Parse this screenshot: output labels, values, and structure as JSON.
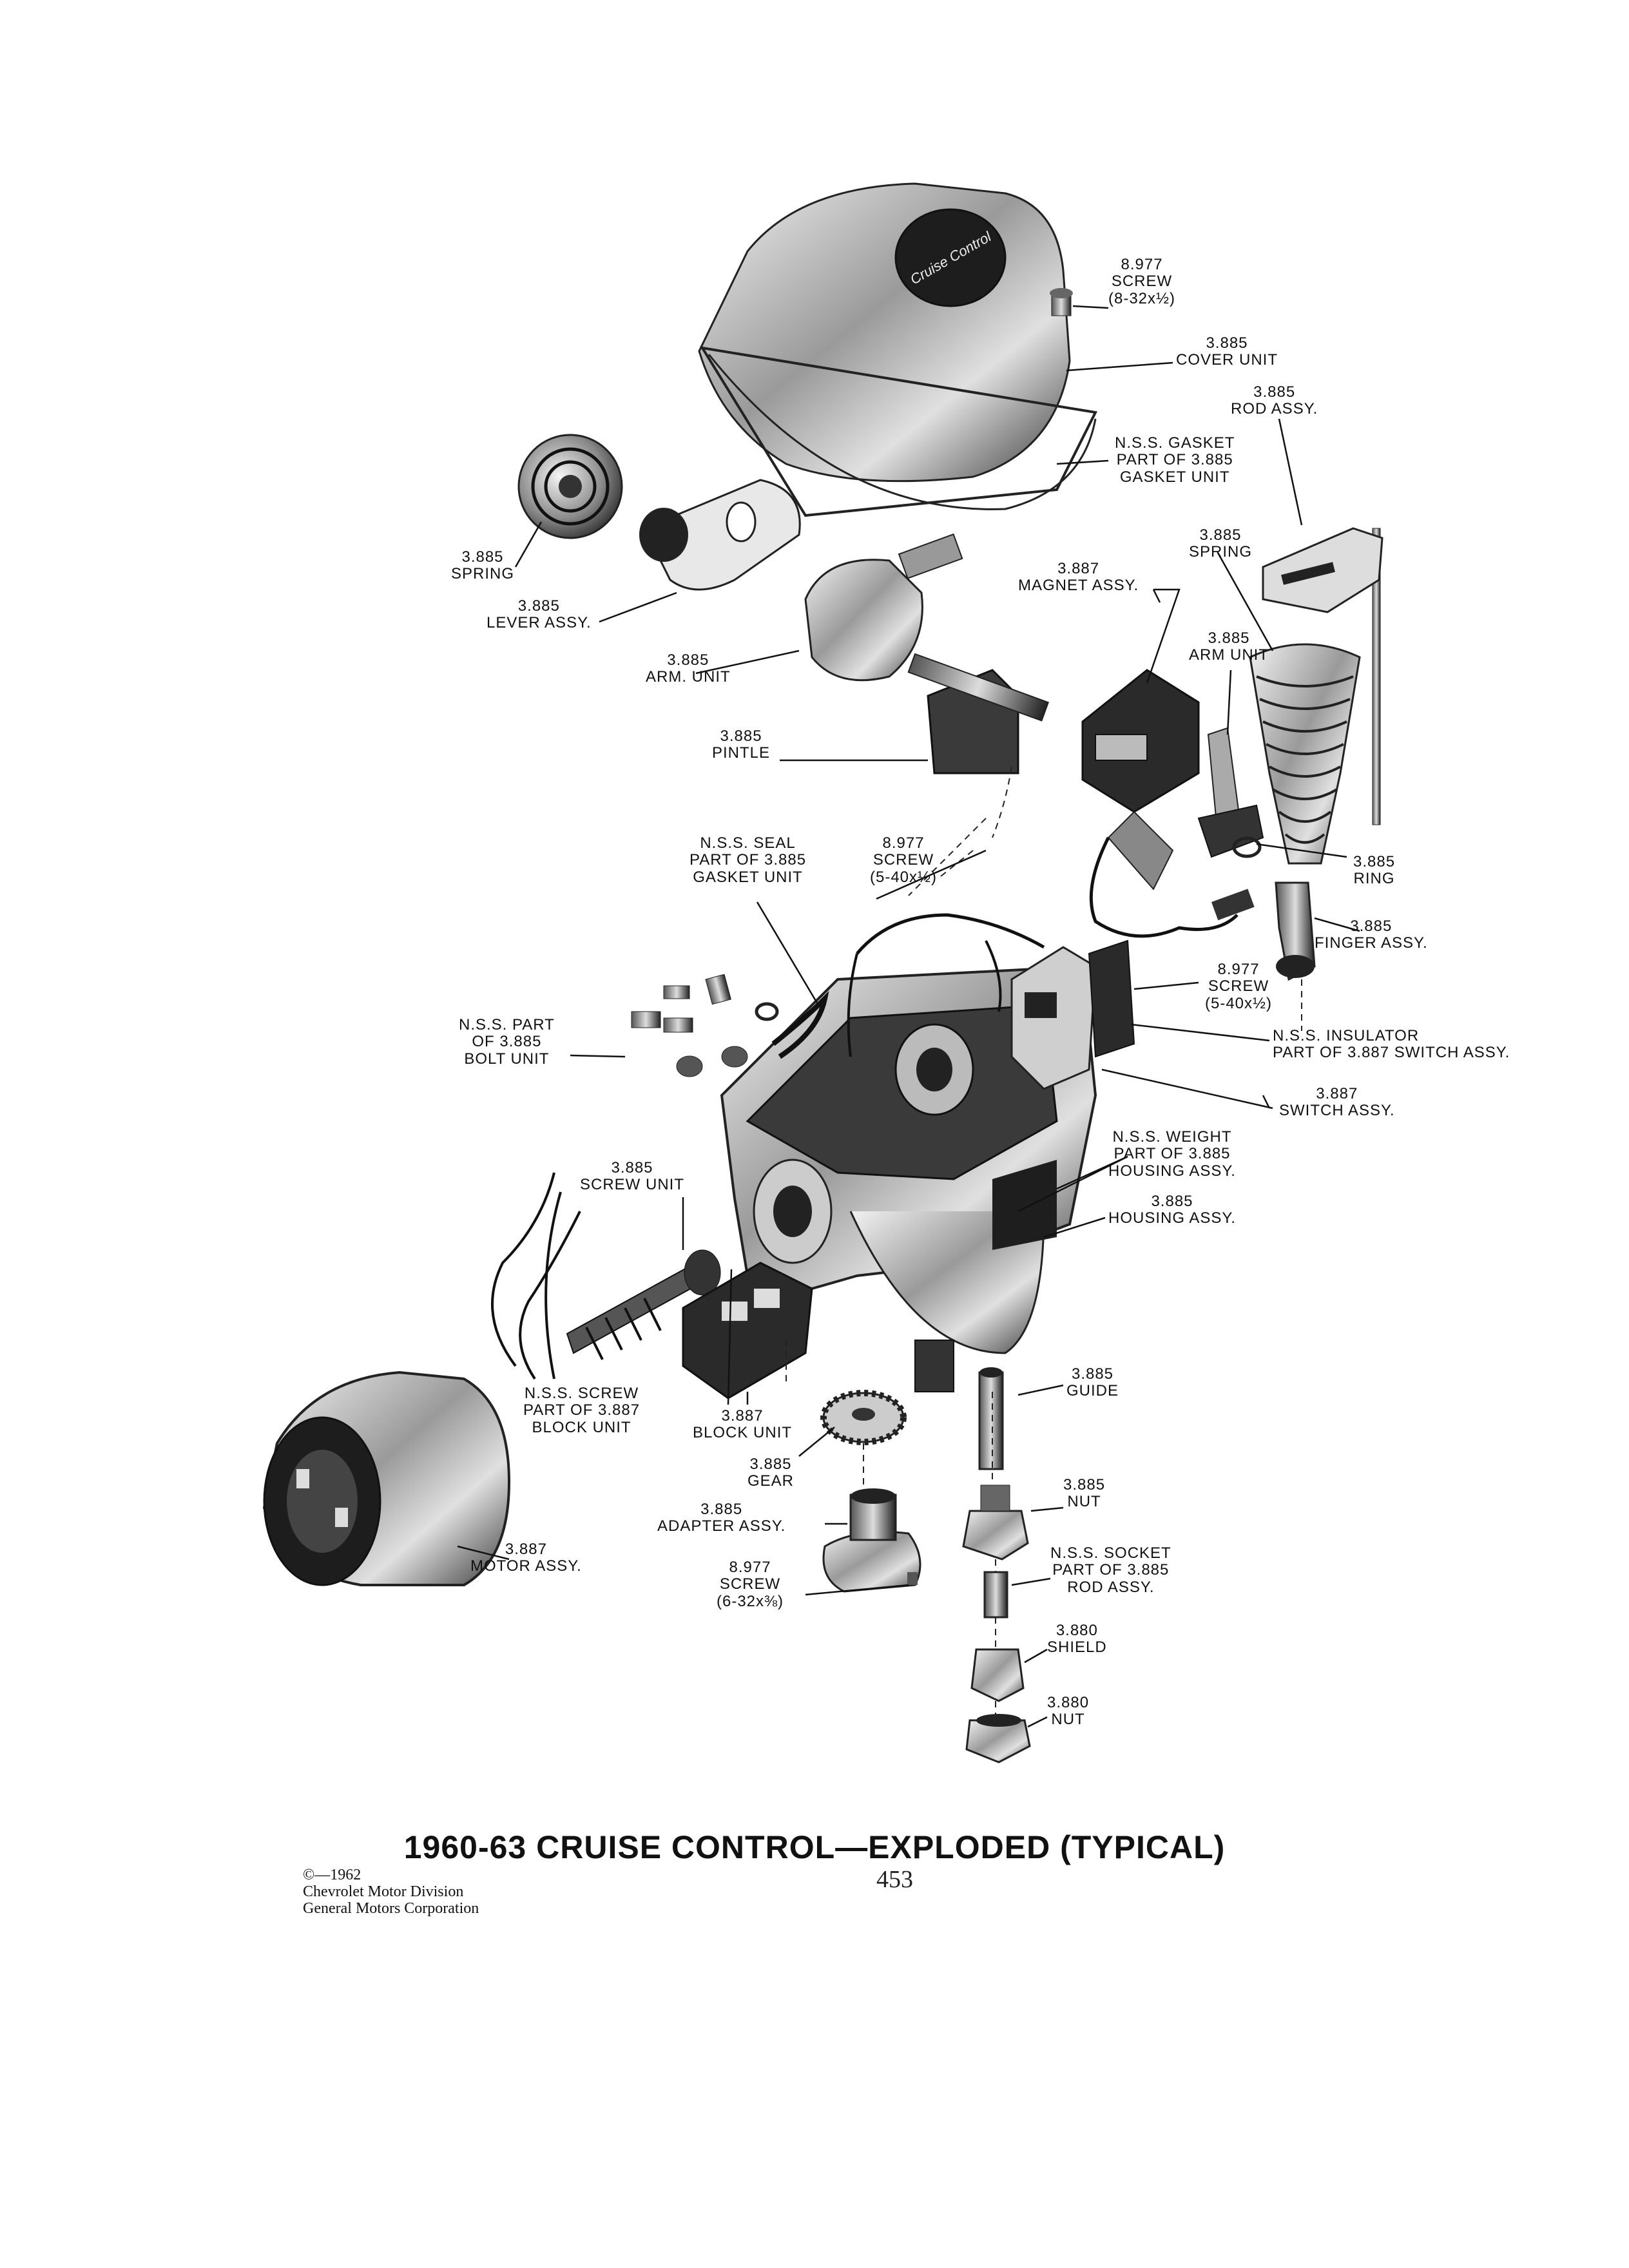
{
  "title": "1960-63 CRUISE CONTROL—EXPLODED (TYPICAL)",
  "page_number": "453",
  "copyright": [
    "©—1962",
    "Chevrolet Motor Division",
    "General Motors Corporation"
  ],
  "cover_badge": "Cruise Control",
  "labels": {
    "screw_8_32": [
      "8.977",
      "SCREW",
      "(8-32x½)"
    ],
    "cover_unit": [
      "3.885",
      "COVER UNIT"
    ],
    "rod_assy": [
      "3.885",
      "ROD ASSY."
    ],
    "gasket": [
      "N.S.S. GASKET",
      "PART OF 3.885",
      "GASKET UNIT"
    ],
    "spring_left": [
      "3.885",
      "SPRING"
    ],
    "lever_assy": [
      "3.885",
      "LEVER ASSY."
    ],
    "magnet_assy": [
      "3.887",
      "MAGNET ASSY."
    ],
    "spring_right": [
      "3.885",
      "SPRING"
    ],
    "arm_unit_left": [
      "3.885",
      "ARM. UNIT"
    ],
    "arm_unit_right": [
      "3.885",
      "ARM UNIT"
    ],
    "pintle": [
      "3.885",
      "PINTLE"
    ],
    "seal": [
      "N.S.S. SEAL",
      "PART OF 3.885",
      "GASKET UNIT"
    ],
    "screw_5_40_a": [
      "8.977",
      "SCREW",
      "(5-40x½)"
    ],
    "ring": [
      "3.885",
      "RING"
    ],
    "finger_assy": [
      "3.885",
      "FINGER ASSY."
    ],
    "screw_5_40_b": [
      "8.977",
      "SCREW",
      "(5-40x½)"
    ],
    "bolt_unit": [
      "N.S.S. PART",
      "OF 3.885",
      "BOLT UNIT"
    ],
    "insulator": [
      "N.S.S. INSULATOR",
      "PART OF 3.887 SWITCH ASSY."
    ],
    "switch_assy": [
      "3.887",
      "SWITCH ASSY."
    ],
    "weight": [
      "N.S.S. WEIGHT",
      "PART OF 3.885",
      "HOUSING ASSY."
    ],
    "housing_assy": [
      "3.885",
      "HOUSING ASSY."
    ],
    "screw_unit": [
      "3.885",
      "SCREW UNIT"
    ],
    "guide": [
      "3.885",
      "GUIDE"
    ],
    "screw_block": [
      "N.S.S. SCREW",
      "PART OF 3.887",
      "BLOCK UNIT"
    ],
    "block_unit": [
      "3.887",
      "BLOCK UNIT"
    ],
    "gear": [
      "3.885",
      "GEAR"
    ],
    "nut_885": [
      "3.885",
      "NUT"
    ],
    "adapter_assy": [
      "3.885",
      "ADAPTER ASSY."
    ],
    "socket": [
      "N.S.S. SOCKET",
      "PART OF 3.885",
      "ROD ASSY."
    ],
    "motor_assy": [
      "3.887",
      "MOTOR ASSY."
    ],
    "screw_6_32": [
      "8.977",
      "SCREW",
      "(6-32x⅜)"
    ],
    "shield": [
      "3.880",
      "SHIELD"
    ],
    "nut_880": [
      "3.880",
      "NUT"
    ]
  }
}
